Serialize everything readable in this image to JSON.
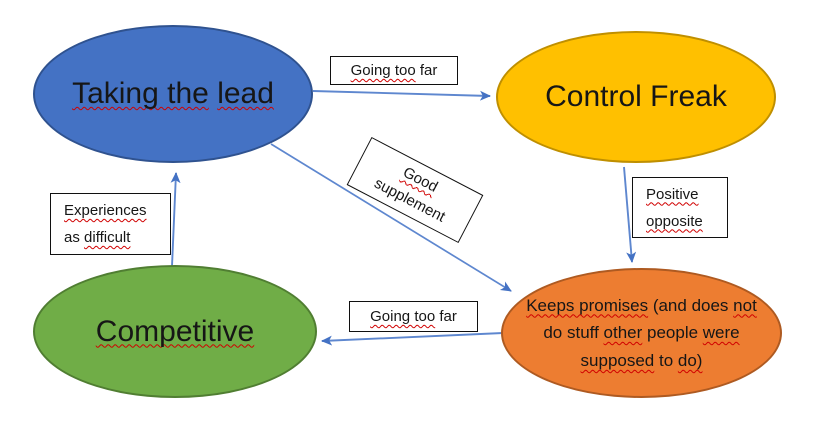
{
  "diagram": {
    "background_color": "#FFFFFF",
    "arrow_line_color": "#5E87CF",
    "arrow_head_color": "#4472C4",
    "spellcheck_squiggle_color": "#D00000",
    "nodes": [
      {
        "id": "taking_the_lead",
        "label": "Taking the lead",
        "label_parts": [
          {
            "t": "Taking the",
            "sq": true
          },
          {
            "t": " ",
            "sq": false
          },
          {
            "t": "lead",
            "sq": true
          }
        ],
        "shape": "ellipse",
        "fill": "#4472C4",
        "border": "#2F528F"
      },
      {
        "id": "control_freak",
        "label": "Control Freak",
        "label_parts": [
          {
            "t": "Control Freak",
            "sq": false
          }
        ],
        "shape": "ellipse",
        "fill": "#FFC000",
        "border": "#BF8F00"
      },
      {
        "id": "competitive",
        "label": "Competitive",
        "label_parts": [
          {
            "t": "Competitive",
            "sq": true
          }
        ],
        "shape": "ellipse",
        "fill": "#70AD47",
        "border": "#507E32"
      },
      {
        "id": "keeps_promises",
        "label": "Keeps promises (and does not do stuff other people were supposed to do)",
        "label_parts": [
          {
            "t": "Keeps promises",
            "sq": true
          },
          {
            "t": " (and does ",
            "sq": false
          },
          {
            "t": "not",
            "sq": true
          },
          {
            "br": true
          },
          {
            "t": "do stuff ",
            "sq": false
          },
          {
            "t": "other",
            "sq": true
          },
          {
            "t": " people ",
            "sq": false
          },
          {
            "t": "were",
            "sq": true
          },
          {
            "br": true
          },
          {
            "t": "supposed",
            "sq": true
          },
          {
            "t": " to ",
            "sq": false
          },
          {
            "t": "do)",
            "sq": true
          }
        ],
        "shape": "ellipse",
        "fill": "#ED7D31",
        "border": "#AE5A21"
      }
    ],
    "edges": [
      {
        "from": "taking_the_lead",
        "to": "control_freak",
        "label": "Going too far",
        "label_parts": [
          {
            "t": "Going too",
            "sq": true
          },
          {
            "t": " far",
            "sq": false
          }
        ]
      },
      {
        "from": "taking_the_lead",
        "to": "keeps_promises",
        "label": "Good supplement",
        "label_parts": [
          {
            "t": "Good",
            "sq": true
          },
          {
            "br": true
          },
          {
            "t": "supplement",
            "sq": false
          }
        ]
      },
      {
        "from": "control_freak",
        "to": "keeps_promises",
        "label": "Positive opposite",
        "label_parts": [
          {
            "t": "Positive",
            "sq": true
          },
          {
            "br": true
          },
          {
            "t": "opposite",
            "sq": true
          }
        ]
      },
      {
        "from": "keeps_promises",
        "to": "competitive",
        "label": "Going too far",
        "label_parts": [
          {
            "t": "Going too",
            "sq": true
          },
          {
            "t": " far",
            "sq": false
          }
        ]
      },
      {
        "from": "competitive",
        "to": "taking_the_lead",
        "label": "Experiences as difficult",
        "label_parts": [
          {
            "t": "Experiences",
            "sq": true
          },
          {
            "br": true
          },
          {
            "t": "as ",
            "sq": false
          },
          {
            "t": "difficult",
            "sq": true
          }
        ]
      }
    ]
  }
}
